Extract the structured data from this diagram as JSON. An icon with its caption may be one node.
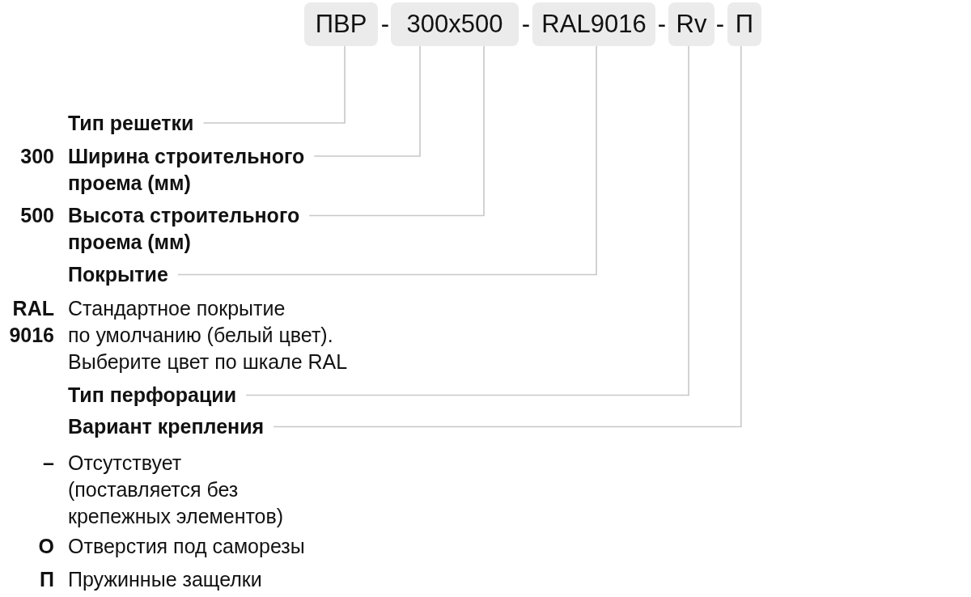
{
  "diagram": {
    "nodes": [
      {
        "text": [
          "ПВР"
        ]
      },
      {
        "text": [
          "300x500"
        ]
      },
      {
        "text": [
          "RAL9016"
        ]
      },
      {
        "text": [
          "Rv"
        ]
      },
      {
        "text": [
          "П"
        ]
      },
      {
        "text": [
          "Тип решетки"
        ]
      },
      {
        "text": [
          "Ширина строительного проема (мм)"
        ],
        "beside": [
          "300"
        ]
      },
      {
        "text": [
          "Высота строительного проема (мм)"
        ],
        "beside": [
          "500"
        ]
      },
      {
        "text": [
          "Покрытие"
        ]
      },
      {
        "text": [
          "Тип перфорации"
        ]
      },
      {
        "text": [
          "Вариант крепления"
        ]
      }
    ],
    "edges": [
      {
        "from": 0,
        "to": 5,
        "arrow": "none"
      },
      {
        "from": 1,
        "to": 6,
        "arrow": "none"
      },
      {
        "from": 1,
        "to": 7,
        "arrow": "none"
      },
      {
        "from": 2,
        "to": 8,
        "arrow": "none"
      },
      {
        "from": 3,
        "to": 9,
        "arrow": "none"
      },
      {
        "from": 4,
        "to": 10,
        "arrow": "none"
      }
    ],
    "labels": [
      "-",
      "-",
      "-",
      "-",
      "RAL 9016",
      "Стандартное покрытие по умолчанию (белый цвет). Выберите цвет по шкале RAL",
      "–",
      "Отсутствует (поставляется без крепежных элементов)",
      "О",
      "Отверстия под саморезы",
      "П",
      "Пружинные защелки"
    ]
  }
}
